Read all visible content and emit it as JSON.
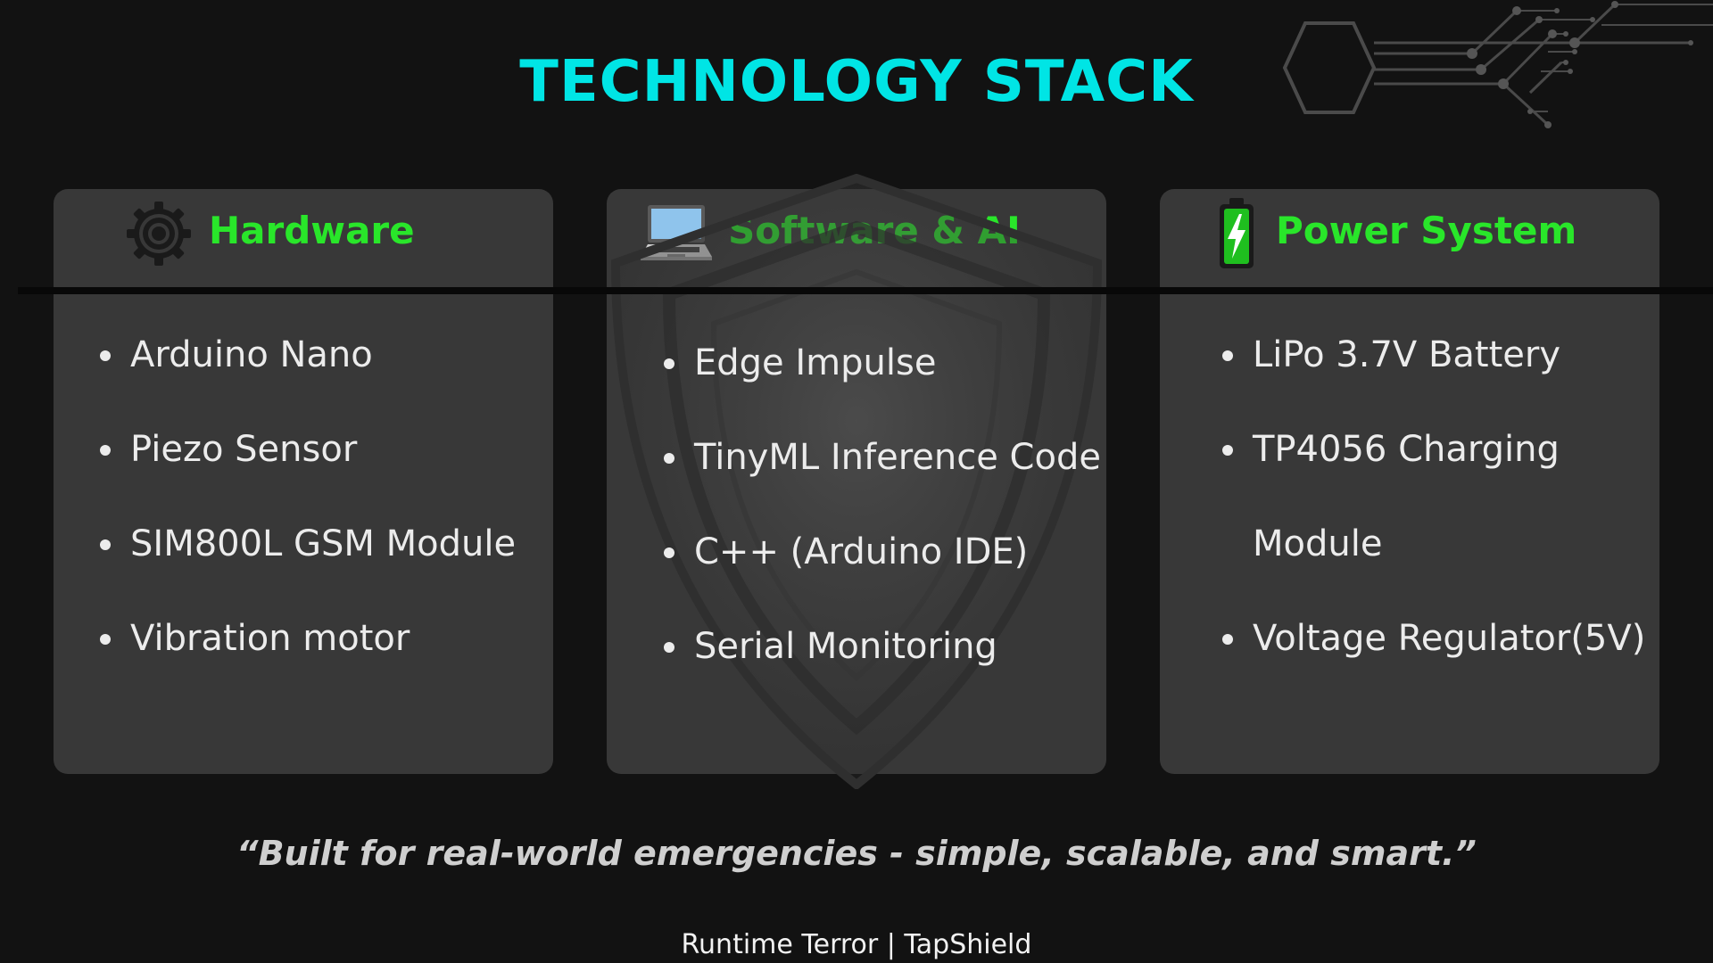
{
  "header": {
    "title": "TECHNOLOGY STACK"
  },
  "colors": {
    "background": "#121212",
    "title": "#00e5e5",
    "card": "#383838",
    "card_heading": "#29e62a",
    "body_text": "#ececec"
  },
  "cards": [
    {
      "title": "Hardware",
      "icon": "gear-icon",
      "items": [
        "Arduino Nano",
        "Piezo Sensor",
        "SIM800L GSM Module",
        "Vibration motor"
      ]
    },
    {
      "title": "Software & AI",
      "icon": "laptop-icon",
      "items": [
        "Edge Impulse",
        "TinyML Inference Code",
        "C++ (Arduino IDE)",
        "Serial Monitoring"
      ]
    },
    {
      "title": "Power System",
      "icon": "battery-icon",
      "items": [
        "LiPo 3.7V Battery",
        "TP4056 Charging Module",
        "Voltage Regulator(5V)"
      ]
    }
  ],
  "quote": "“Built for real-world emergencies - simple, scalable, and smart.”",
  "footer": "Runtime Terror | TapShield"
}
